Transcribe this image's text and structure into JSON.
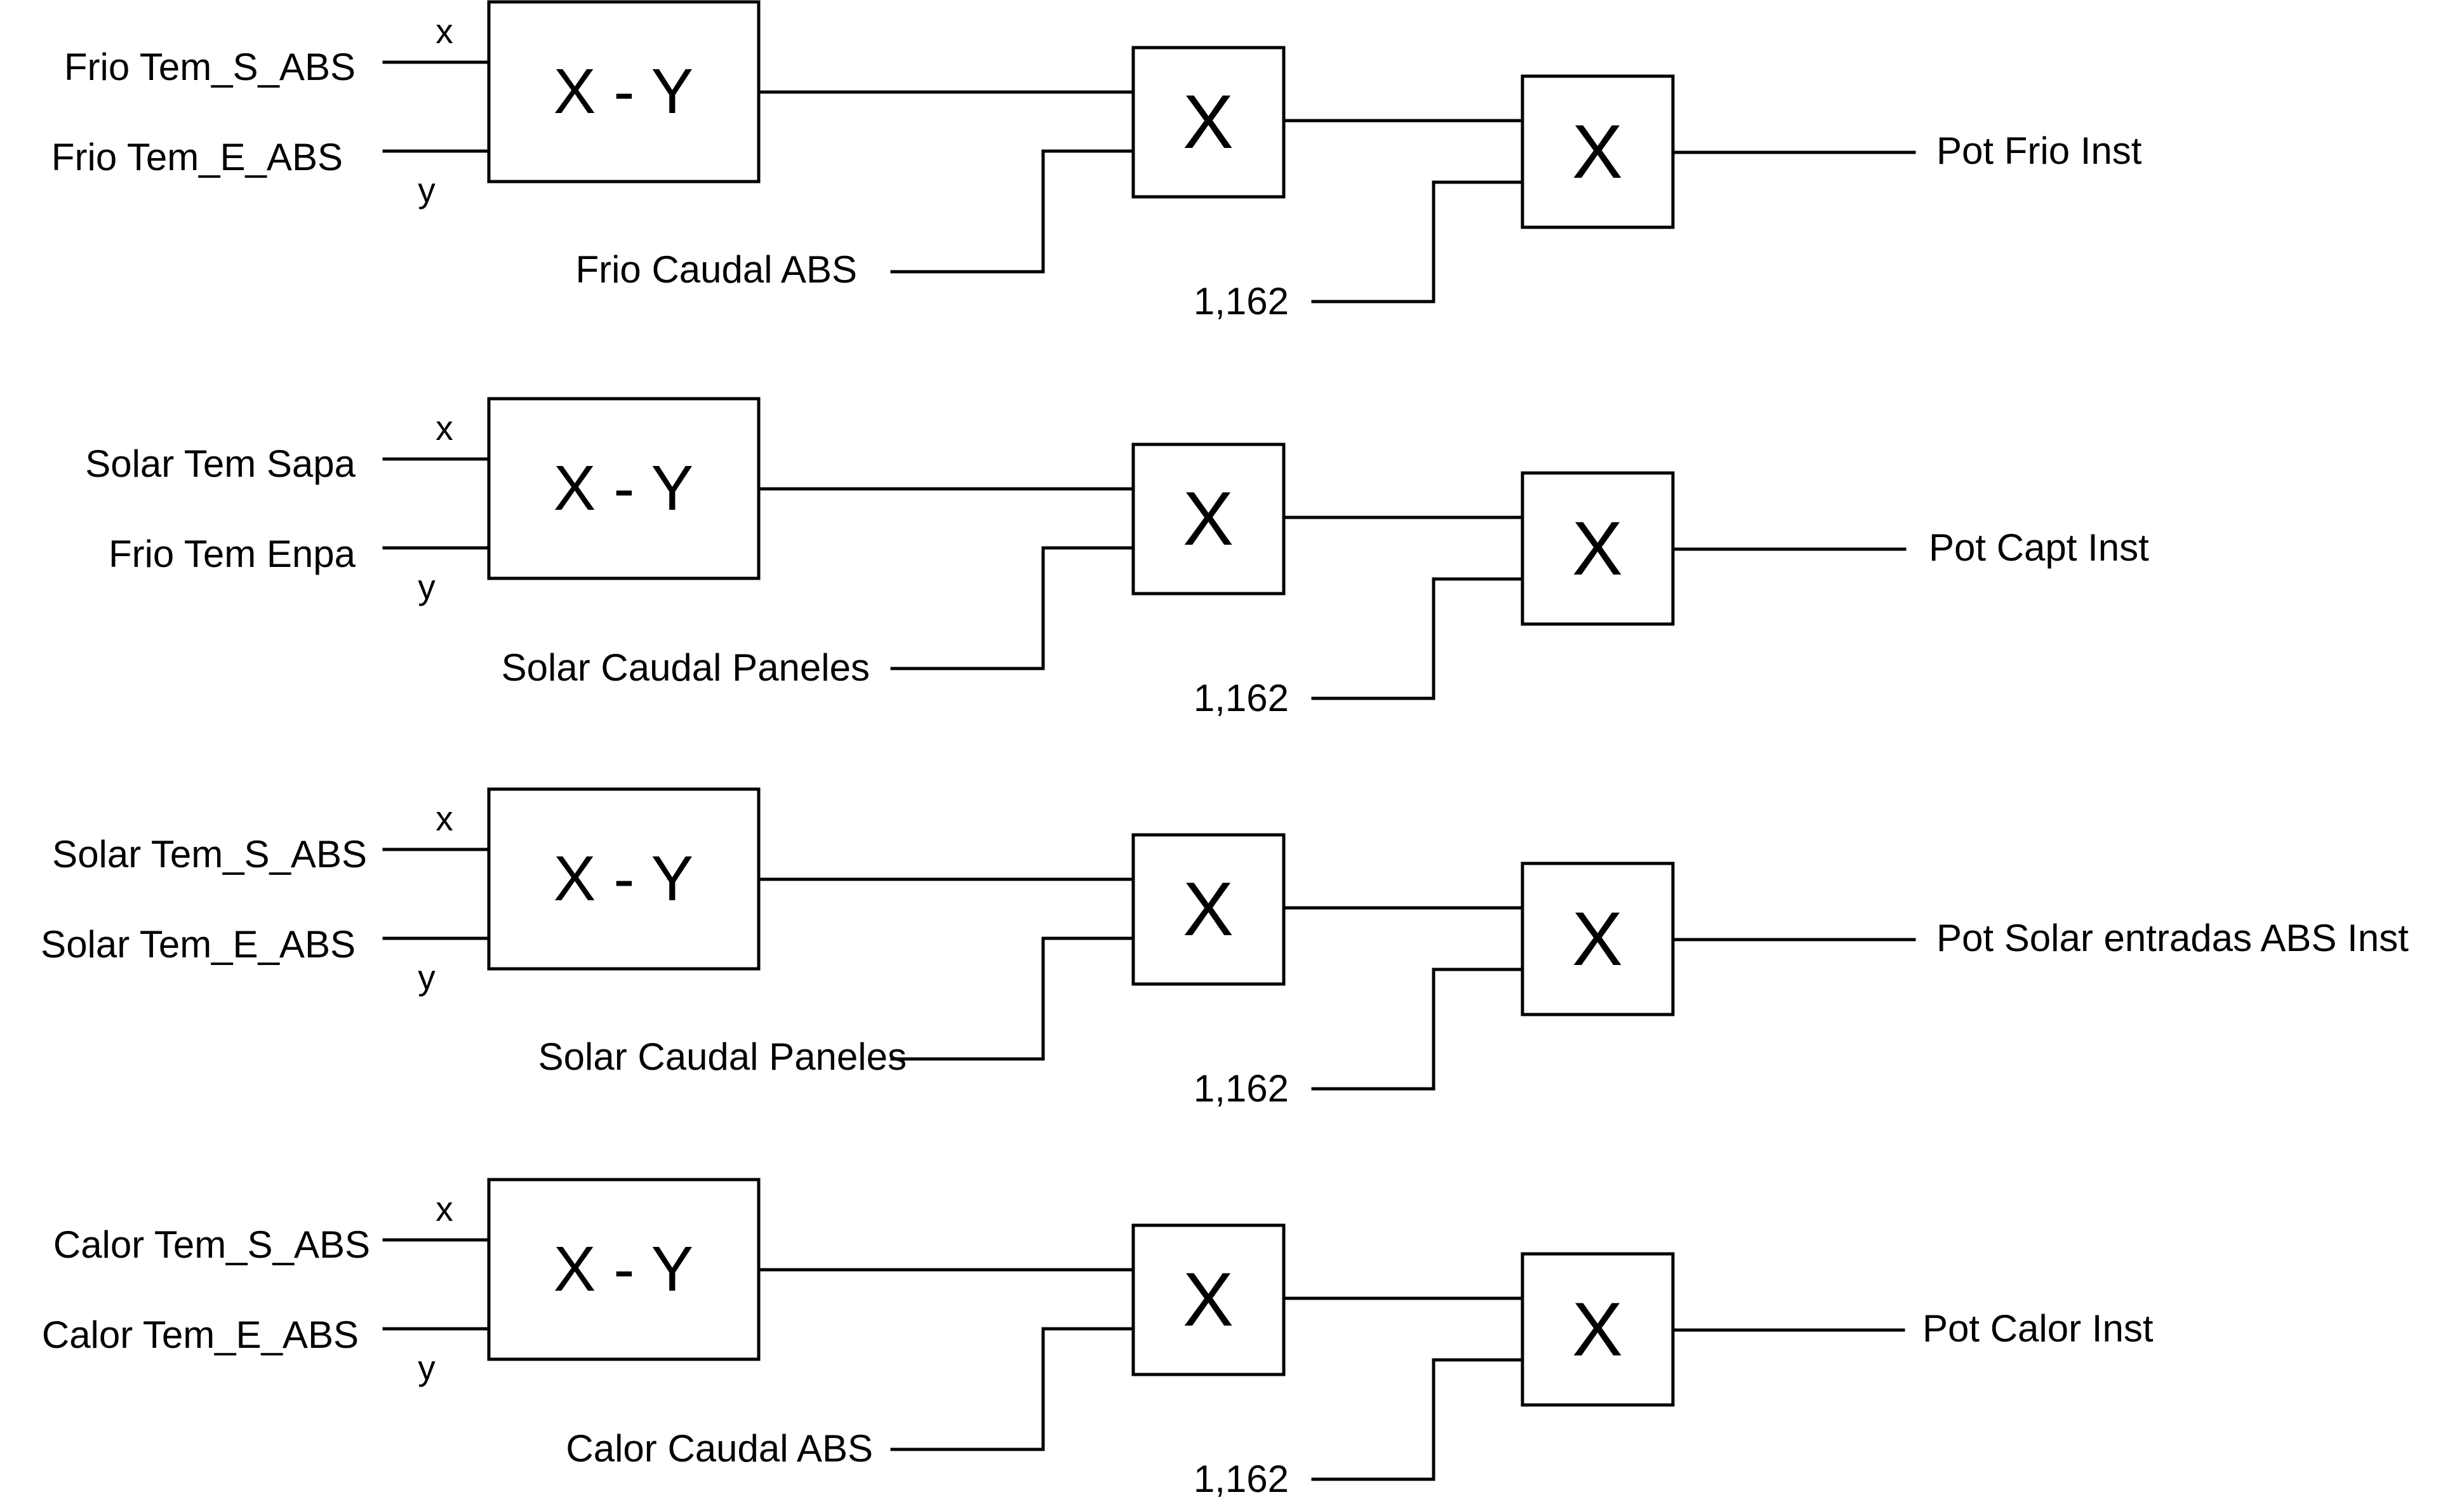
{
  "colors": {
    "line": "#000000",
    "text": "#000000",
    "background": "#ffffff"
  },
  "rows": [
    {
      "input_x": "Frio Tem_S_ABS",
      "input_y": "Frio Tem_E_ABS",
      "port_x": "x",
      "port_y": "y",
      "subtract_op": "X - Y",
      "caudal": "Frio Caudal ABS",
      "multiply_op_1": "X",
      "constant": "1,162",
      "multiply_op_2": "X",
      "output": "Pot Frio Inst"
    },
    {
      "input_x": "Solar Tem Sapa",
      "input_y": "Frio Tem Enpa",
      "port_x": "x",
      "port_y": "y",
      "subtract_op": "X - Y",
      "caudal": "Solar Caudal Paneles",
      "multiply_op_1": "X",
      "constant": "1,162",
      "multiply_op_2": "X",
      "output": "Pot Capt Inst"
    },
    {
      "input_x": "Solar Tem_S_ABS",
      "input_y": "Solar Tem_E_ABS",
      "port_x": "x",
      "port_y": "y",
      "subtract_op": "X - Y",
      "caudal": "Solar Caudal Paneles",
      "multiply_op_1": "X",
      "constant": "1,162",
      "multiply_op_2": "X",
      "output": "Pot Solar entradas ABS Inst"
    },
    {
      "input_x": "Calor Tem_S_ABS",
      "input_y": "Calor Tem_E_ABS",
      "port_x": "x",
      "port_y": "y",
      "subtract_op": "X - Y",
      "caudal": "Calor Caudal ABS",
      "multiply_op_1": "X",
      "constant": "1,162",
      "multiply_op_2": "X",
      "output": "Pot Calor Inst"
    }
  ]
}
